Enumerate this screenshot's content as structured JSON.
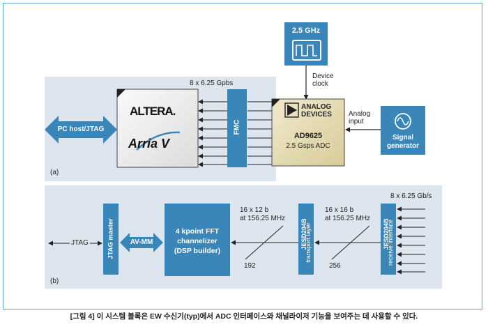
{
  "diagram_a": {
    "clock_label": "2.5 GHz",
    "device_clock_line1": "Device",
    "device_clock_line2": "clock",
    "lanes_label": "8 x 6.25 Gpbs",
    "fpga_logo_vendor": "ALTERA.",
    "fpga_logo_family": "Arria V",
    "fmc_label": "FMC",
    "adc_logo_line1": "ANALOG",
    "adc_logo_line2": "DEVICES",
    "adc_part": "AD9625",
    "adc_desc": "2.5 Gsps ADC",
    "analog_input_line1": "Analog",
    "analog_input_line2": "input",
    "signal_gen_line1": "Signal",
    "signal_gen_line2": "generator",
    "pc_host_label": "PC host/JTAG",
    "panel_tag": "(a)"
  },
  "diagram_b": {
    "jtag_label": "JTAG",
    "jtag_master_label": "JTAG master",
    "avmm_label": "AV-MM",
    "fft_line1": "4 kpoint FFT",
    "fft_line2": "channelizer",
    "fft_line3": "(DSP builder)",
    "bus1_line1": "16 x 12 b",
    "bus1_line2": "at 156.25 MHz",
    "bus1_count": "192",
    "transport_line1": "JESD204B",
    "transport_line2": "transport layer",
    "bus2_line1": "16 x 16 b",
    "bus2_line2": "at 156.25 MHz",
    "bus2_count": "256",
    "receive_line1": "JESD204B",
    "receive_line2": "receive interface",
    "lanes_label": "8 x 6.25 Gb/s",
    "panel_tag": "(b)"
  },
  "caption": "[그림 4] 이 시스템 블록은 EW 수신기(typ)에서 ADC 인터페이스와 채널라이저 기능을 보여주는 데 사용할 수 있다.",
  "colors": {
    "block_blue": "#3b86b8",
    "panel_bg": "#dde6ee",
    "adc_gold": "#e6ddb8",
    "fpga_gray": "#eeeeee",
    "border_blue": "#5aa0c8"
  }
}
